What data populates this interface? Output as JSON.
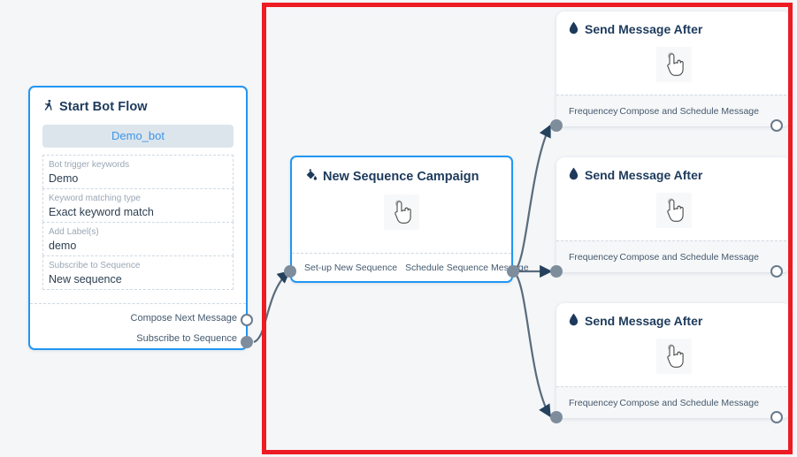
{
  "canvas": {
    "background_color": "#f4f6f8",
    "selection_color": "#ed1c24",
    "node_border_color": "#2196f3",
    "port_color": "#7e8d9c",
    "edge_color": "#5a6b7c",
    "title_color": "#1d3a5c"
  },
  "start_node": {
    "icon": "running-person-icon",
    "title": "Start Bot Flow",
    "bot_pill": "Demo_bot",
    "fields": [
      {
        "label": "Bot trigger keywords",
        "value": "Demo"
      },
      {
        "label": "Keyword matching type",
        "value": "Exact keyword match"
      },
      {
        "label": "Add Label(s)",
        "value": "demo"
      },
      {
        "label": "Subscribe to Sequence",
        "value": "New sequence"
      }
    ],
    "ports": [
      {
        "label": "Compose Next Message",
        "state": "hollow"
      },
      {
        "label": "Subscribe to Sequence",
        "state": "filled"
      }
    ]
  },
  "sequence_node": {
    "icon": "paint-bucket-icon",
    "title": "New Sequence Campaign",
    "body_icon": "pointing-hand-cursor-icon",
    "footer_labels": [
      "Set-up New Sequence",
      "Schedule Sequence Message"
    ],
    "input_port_state": "filled",
    "output_port_state": "filled"
  },
  "message_cards": [
    {
      "icon": "water-drop-icon",
      "title": "Send Message After",
      "body_icon": "pointing-hand-cursor-icon",
      "footer_left": "Frequencey",
      "footer_right": "Compose and Schedule Message",
      "input_port_state": "filled",
      "output_port_state": "hollow"
    },
    {
      "icon": "water-drop-icon",
      "title": "Send Message After",
      "body_icon": "pointing-hand-cursor-icon",
      "footer_left": "Frequencey",
      "footer_right": "Compose and Schedule Message",
      "input_port_state": "filled",
      "output_port_state": "hollow"
    },
    {
      "icon": "water-drop-icon",
      "title": "Send Message After",
      "body_icon": "pointing-hand-cursor-icon",
      "footer_left": "Frequencey",
      "footer_right": "Compose and Schedule Message",
      "input_port_state": "filled",
      "output_port_state": "hollow"
    }
  ]
}
